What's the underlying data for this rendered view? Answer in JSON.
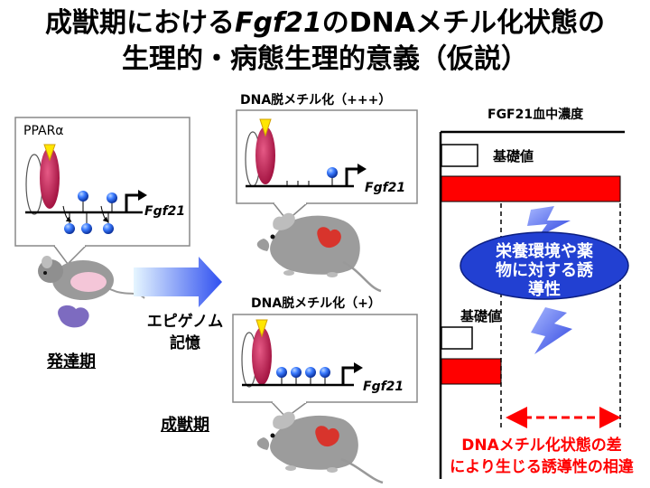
{
  "title": {
    "line1_a": "成獣期における",
    "line1_gene": "Fgf21",
    "line1_b": "のDNAメチル化状態の",
    "line2": "生理的・病態生理的意義（仮説）"
  },
  "development": {
    "receptor_label": "PPARα",
    "gene_label": "Fgf21",
    "stage_label": "発達期"
  },
  "arrow_label": {
    "line1": "エピゲノム",
    "line2": "記憶"
  },
  "upper_adult": {
    "label": "DNA脱メチル化（+++）",
    "gene_label": "Fgf21"
  },
  "lower_adult": {
    "label": "DNA脱メチル化（+）",
    "gene_label": "Fgf21",
    "stage_label": "成獣期"
  },
  "serum_chart": {
    "title": "FGF21血中濃度",
    "baseline_upper": "基礎値",
    "baseline_lower": "基礎値",
    "induction_text": [
      "栄養環境や薬",
      "物に対する誘",
      "導性"
    ],
    "caption_line1": "DNAメチル化状態の差",
    "caption_line2": "により生じる誘導性の相違"
  },
  "colors": {
    "ppar": "#c8174f",
    "ligand": "#ffe600",
    "methyl": "#1f5fe0",
    "red_bar": "#ff0000",
    "ellipse": "#1f3fd0",
    "arrow": "#3355ee",
    "caption": "#ff0000"
  }
}
